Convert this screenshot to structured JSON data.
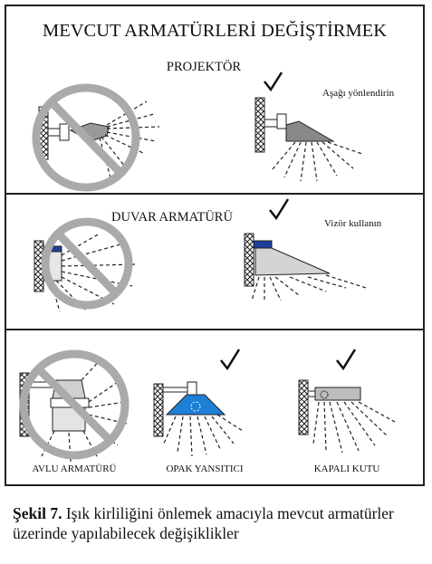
{
  "title": "MEVCUT ARMATÜRLERİ DEĞİŞTİRMEK",
  "sections": {
    "projector": {
      "heading": "PROJEKTÖR",
      "note": "Aşağı yönlendirin"
    },
    "wall": {
      "heading": "DUVAR ARMATÜRÜ",
      "note": "Vizör kullanın"
    },
    "yard": {
      "labels": [
        "AVLU ARMATÜRÜ",
        "OPAK YANSITICI",
        "KAPALI KUTU"
      ]
    }
  },
  "caption": {
    "number": "Şekil 7.",
    "text": "Işık kirliliğini önlemek amacıyla mevcut armatürler üzerinde yapılabilecek değişiklikler"
  },
  "colors": {
    "accent_blue": "#1e7fd6",
    "dark_blue": "#1f3f9a",
    "border": "#222222"
  },
  "icons": [
    "prohibited-icon",
    "checkmark-icon"
  ]
}
